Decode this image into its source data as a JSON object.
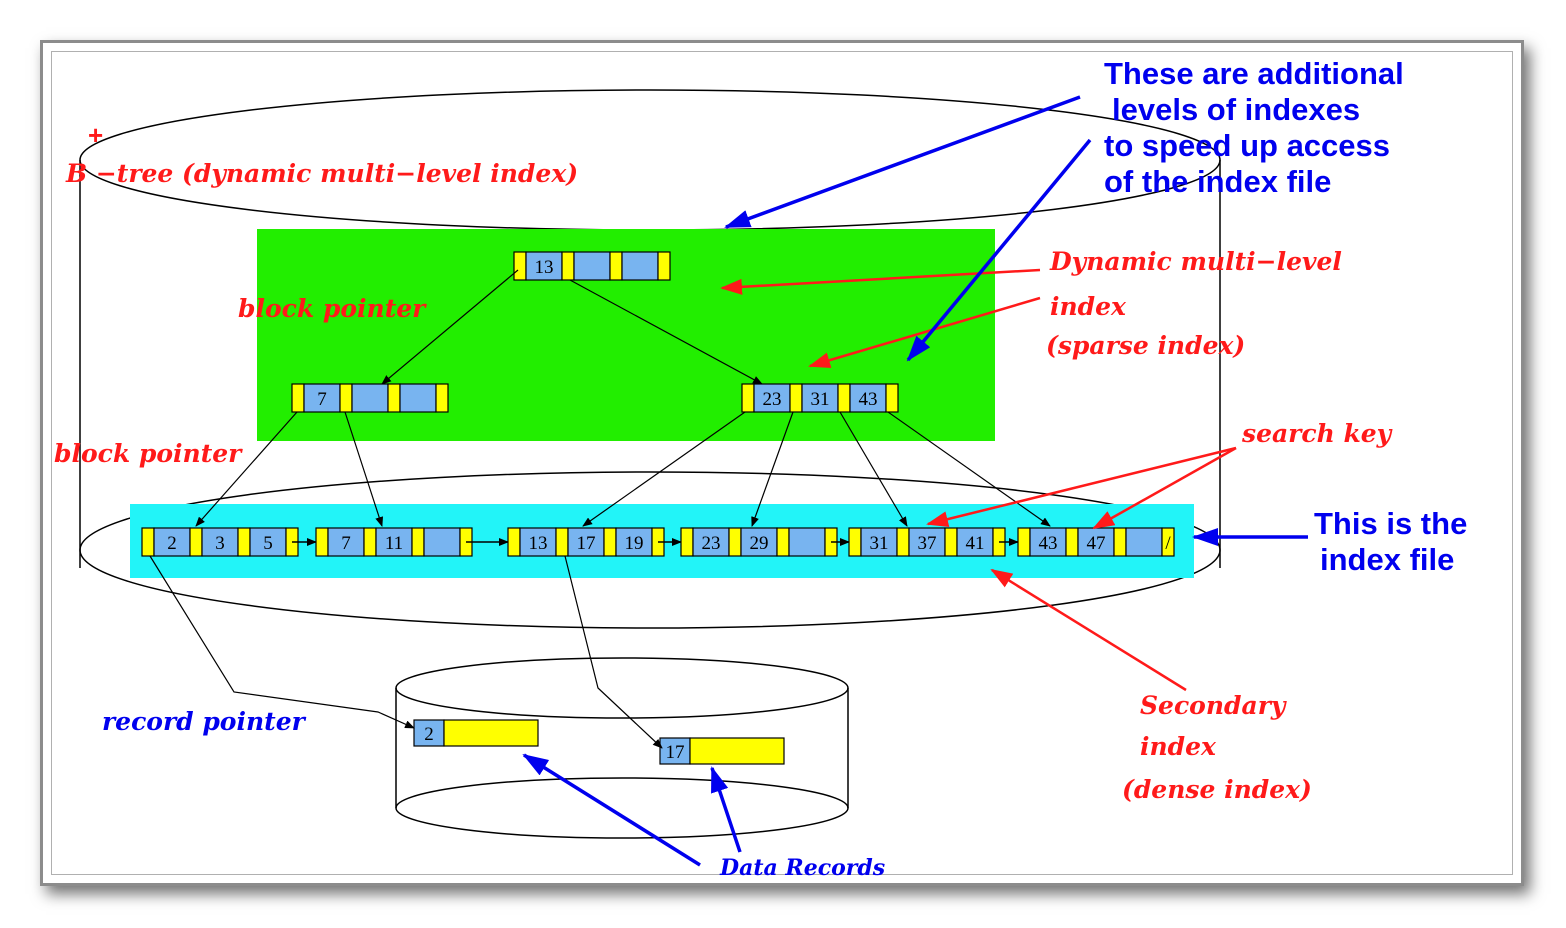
{
  "diagram": {
    "title_plus": "+",
    "title": "B −tree (dynamic multi−level index)",
    "labels": {
      "block_pointer_1": "block pointer",
      "block_pointer_2": "block pointer",
      "dynamic_line1": "Dynamic multi−level",
      "dynamic_line2": "index",
      "dynamic_line3": "(sparse index)",
      "search_key": "search key",
      "secondary_line1": "Secondary",
      "secondary_line2": "index",
      "secondary_line3": "(dense index)",
      "record_pointer": "record pointer",
      "data_records": "Data Records",
      "additional_line1": "These are additional",
      "additional_line2": "levels of indexes",
      "additional_line3": "to speed up access",
      "additional_line4": "of the index file",
      "index_file_line1": "This is the",
      "index_file_line2": "index file"
    },
    "root_keys": [
      "13",
      "",
      ""
    ],
    "internal_left_keys": [
      "7",
      "",
      ""
    ],
    "internal_right_keys": [
      "23",
      "31",
      "43"
    ],
    "leaves": [
      [
        "2",
        "3",
        "5"
      ],
      [
        "7",
        "11",
        ""
      ],
      [
        "13",
        "17",
        "19"
      ],
      [
        "23",
        "29",
        ""
      ],
      [
        "31",
        "37",
        "41"
      ],
      [
        "43",
        "47",
        ""
      ]
    ],
    "last_leaf_pointer": "/",
    "data_records": [
      "2",
      "17"
    ],
    "colors": {
      "red": "#ff1a1a",
      "blue": "#0000ee",
      "green": "#22ee00",
      "cyan": "#22f4f8",
      "key_cell": "#78b4f0",
      "pointer_cell": "#ffff00"
    }
  }
}
